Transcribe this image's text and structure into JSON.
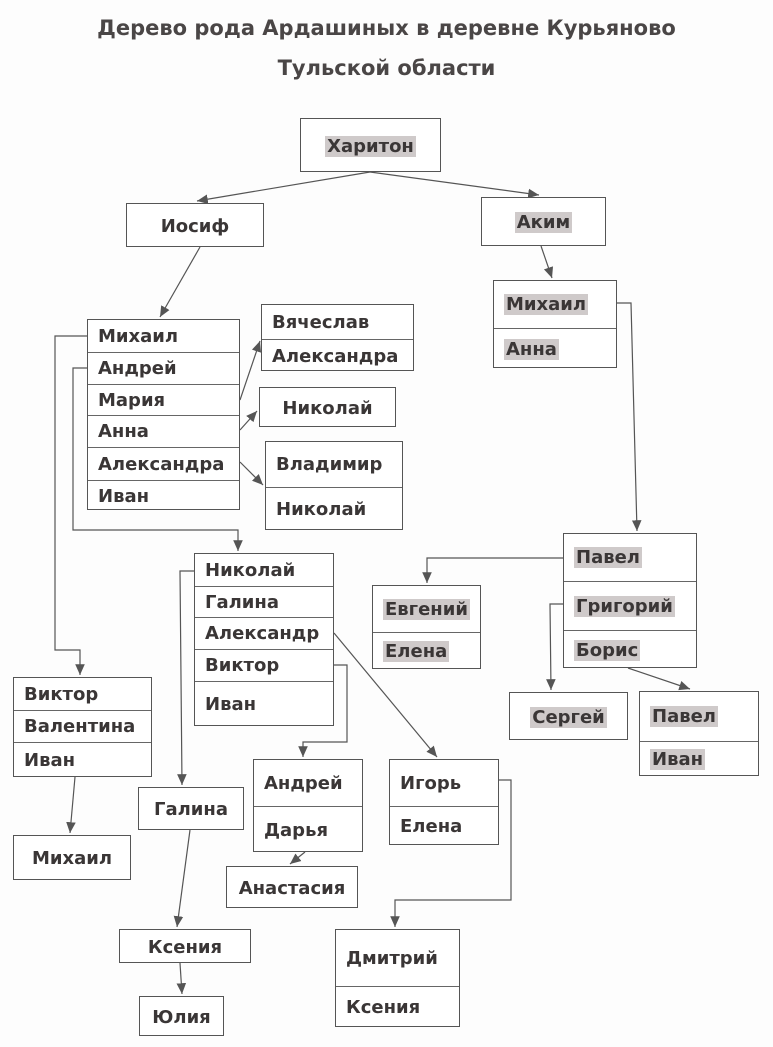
{
  "title": {
    "line1": "Дерево рода Ардашиных в деревне Курьяново",
    "line2": "Тульской области"
  },
  "boxes": {
    "khariton": [
      "Харитон"
    ],
    "iosif": [
      "Иосиф"
    ],
    "akim": [
      "Аким"
    ],
    "mikhail_anna": [
      "Михаил",
      "Анна"
    ],
    "iosif_children": [
      "Михаил",
      "Андрей",
      "Мария",
      "Анна",
      "Александра",
      "Иван"
    ],
    "vyacheslav_aleksandra": [
      "Вячеслав",
      "Александра"
    ],
    "nikolay_single": [
      "Николай"
    ],
    "vladimir_nikolay": [
      "Владимир",
      "Николай"
    ],
    "andrey_children": [
      "Николай",
      "Галина",
      "Александр",
      "Виктор",
      "Иван"
    ],
    "pavel_children": [
      "Павел",
      "Григорий",
      "Борис"
    ],
    "evgeniy_elena": [
      "Евгений",
      "Елена"
    ],
    "sergey": [
      "Сергей"
    ],
    "pavel_ivan": [
      "Павел",
      "Иван"
    ],
    "mikhail_children": [
      "Виктор",
      "Валентина",
      "Иван"
    ],
    "mikhail_bottom": [
      "Михаил"
    ],
    "galina": [
      "Галина"
    ],
    "andrey_darya": [
      "Андрей",
      "Дарья"
    ],
    "igor_elena": [
      "Игорь",
      "Елена"
    ],
    "anastasia": [
      "Анастасия"
    ],
    "kseniya": [
      "Ксения"
    ],
    "yuliya": [
      "Юлия"
    ],
    "dmitriy_kseniya": [
      "Дмитрий",
      "Ксения"
    ]
  },
  "colors": {
    "line": "#555555",
    "highlight": "#cfcaca"
  }
}
